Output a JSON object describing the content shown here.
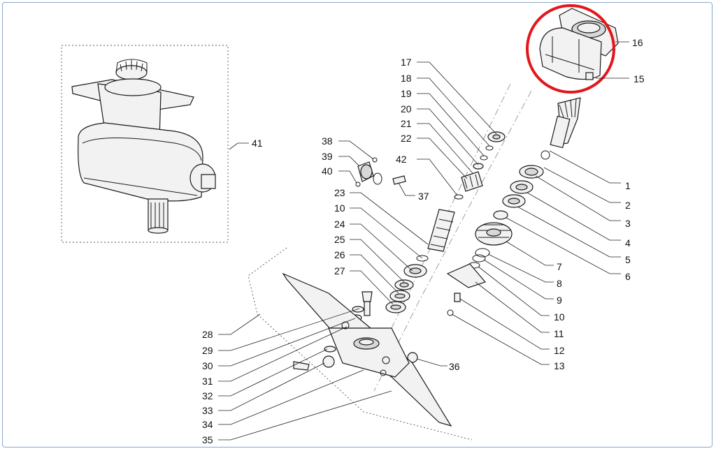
{
  "diagram": {
    "highlight_color": "#e3161b",
    "frame_color": "#8aa7cf",
    "callouts": [
      {
        "id": "16",
        "label": "16"
      },
      {
        "id": "15",
        "label": "15"
      },
      {
        "id": "41",
        "label": "41"
      },
      {
        "id": "17",
        "label": "17"
      },
      {
        "id": "18",
        "label": "18"
      },
      {
        "id": "19",
        "label": "19"
      },
      {
        "id": "20",
        "label": "20"
      },
      {
        "id": "21",
        "label": "21"
      },
      {
        "id": "22",
        "label": "22"
      },
      {
        "id": "42",
        "label": "42"
      },
      {
        "id": "38",
        "label": "38"
      },
      {
        "id": "39",
        "label": "39"
      },
      {
        "id": "40",
        "label": "40"
      },
      {
        "id": "37",
        "label": "37"
      },
      {
        "id": "23",
        "label": "23"
      },
      {
        "id": "10a",
        "label": "10"
      },
      {
        "id": "24",
        "label": "24"
      },
      {
        "id": "25",
        "label": "25"
      },
      {
        "id": "26",
        "label": "26"
      },
      {
        "id": "27",
        "label": "27"
      },
      {
        "id": "1",
        "label": "1"
      },
      {
        "id": "2",
        "label": "2"
      },
      {
        "id": "3",
        "label": "3"
      },
      {
        "id": "4",
        "label": "4"
      },
      {
        "id": "5",
        "label": "5"
      },
      {
        "id": "6",
        "label": "6"
      },
      {
        "id": "7",
        "label": "7"
      },
      {
        "id": "8",
        "label": "8"
      },
      {
        "id": "9",
        "label": "9"
      },
      {
        "id": "10b",
        "label": "10"
      },
      {
        "id": "11",
        "label": "11"
      },
      {
        "id": "12",
        "label": "12"
      },
      {
        "id": "13",
        "label": "13"
      },
      {
        "id": "36",
        "label": "36"
      },
      {
        "id": "28",
        "label": "28"
      },
      {
        "id": "29",
        "label": "29"
      },
      {
        "id": "30",
        "label": "30"
      },
      {
        "id": "31",
        "label": "31"
      },
      {
        "id": "32",
        "label": "32"
      },
      {
        "id": "33",
        "label": "33"
      },
      {
        "id": "34",
        "label": "34"
      },
      {
        "id": "35",
        "label": "35"
      }
    ]
  }
}
